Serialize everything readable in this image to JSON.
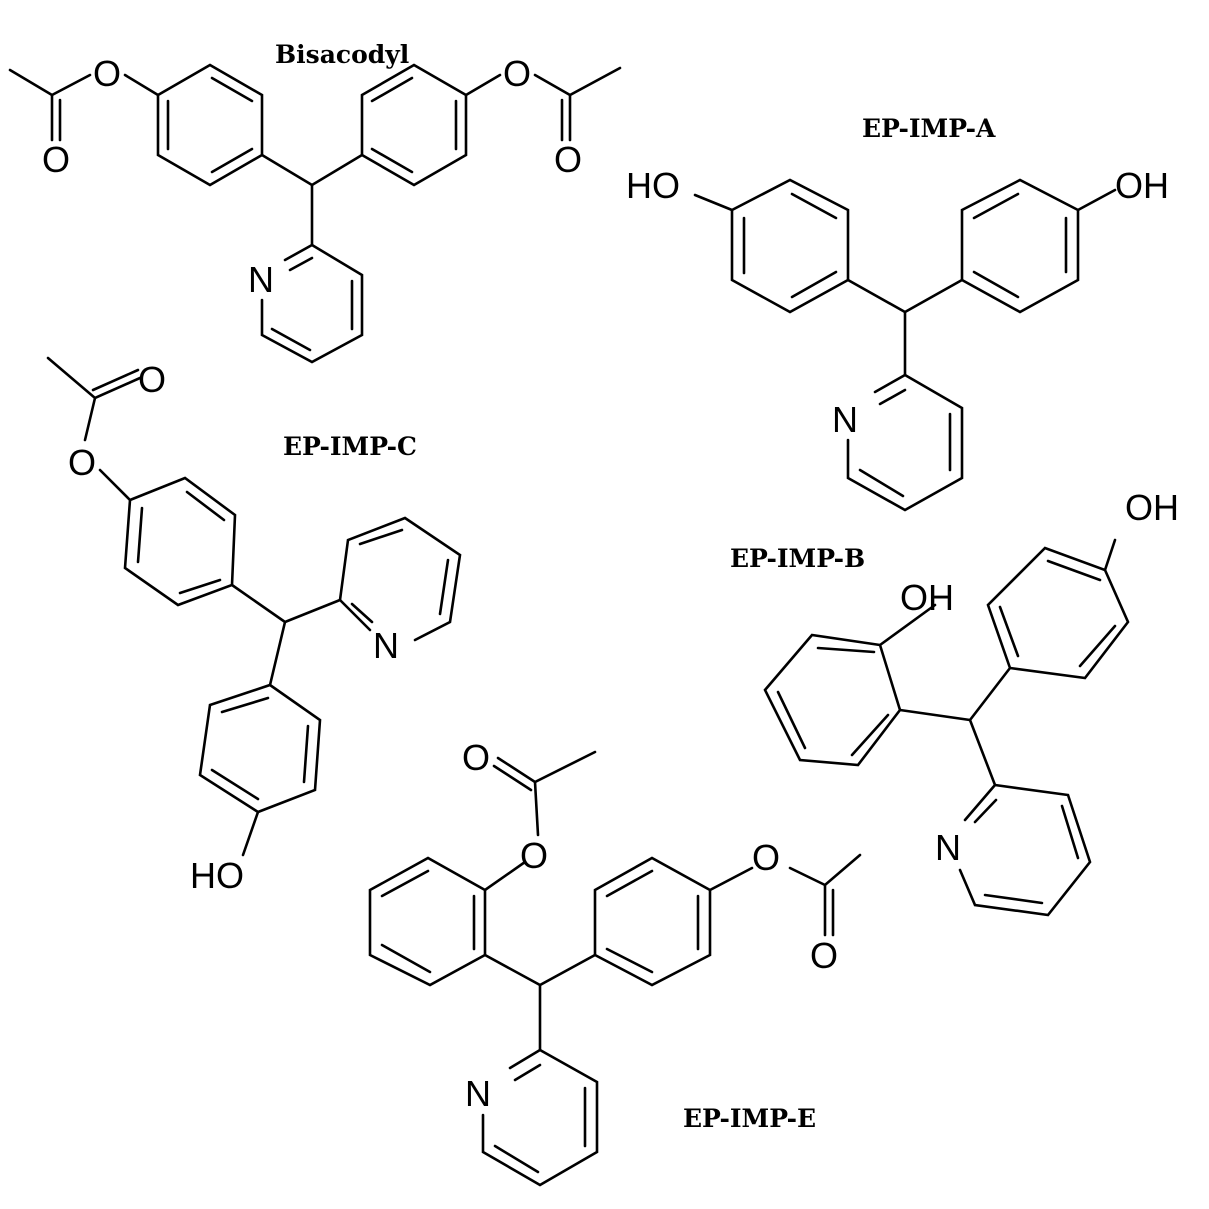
{
  "colors": {
    "ink": "#000000",
    "background": "#ffffff"
  },
  "labels": {
    "bisacodyl": "Bisacodyl",
    "imp_a": "EP-IMP-A",
    "imp_b": "EP-IMP-B",
    "imp_c": "EP-IMP-C",
    "imp_e": "EP-IMP-E"
  },
  "atoms": {
    "oxygen": "O",
    "nitrogen": "N",
    "hydroxyl_right": "OH",
    "hydroxyl_left": "HO"
  }
}
